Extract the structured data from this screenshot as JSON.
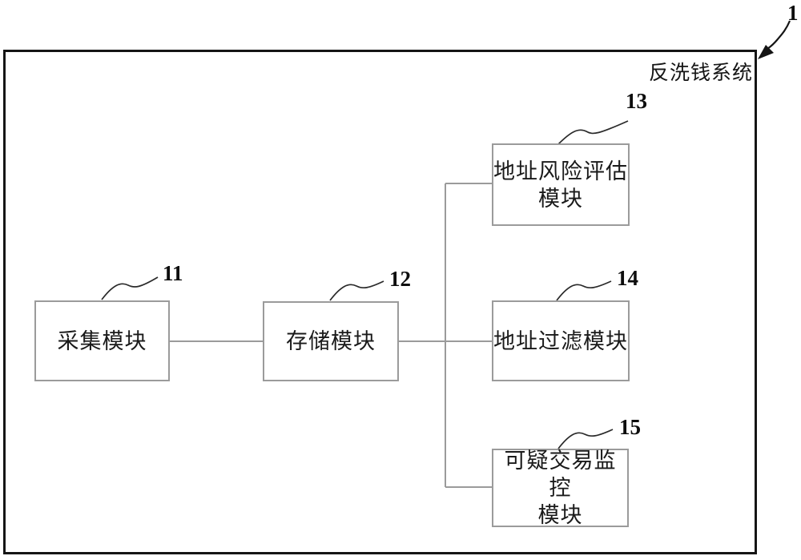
{
  "system": {
    "ref": "1",
    "name": "反洗钱系统"
  },
  "modules": {
    "m11": {
      "ref": "11",
      "name": "采集模块"
    },
    "m12": {
      "ref": "12",
      "name": "存储模块"
    },
    "m13": {
      "ref": "13",
      "name": "地址风险评估模块",
      "line1": "地址风险评估",
      "line2": "模块"
    },
    "m14": {
      "ref": "14",
      "name": "地址过滤模块"
    },
    "m15": {
      "ref": "15",
      "name": "可疑交易监控模块",
      "line1": "可疑交易监控",
      "line2": "模块"
    }
  },
  "connections": [
    [
      "采集模块",
      "存储模块"
    ],
    [
      "存储模块",
      "地址风险评估模块"
    ],
    [
      "存储模块",
      "地址过滤模块"
    ],
    [
      "存储模块",
      "可疑交易监控模块"
    ]
  ],
  "colors": {
    "line_gray": "#9b9b9b",
    "ink": "#1a1a1a",
    "background": "#ffffff"
  }
}
